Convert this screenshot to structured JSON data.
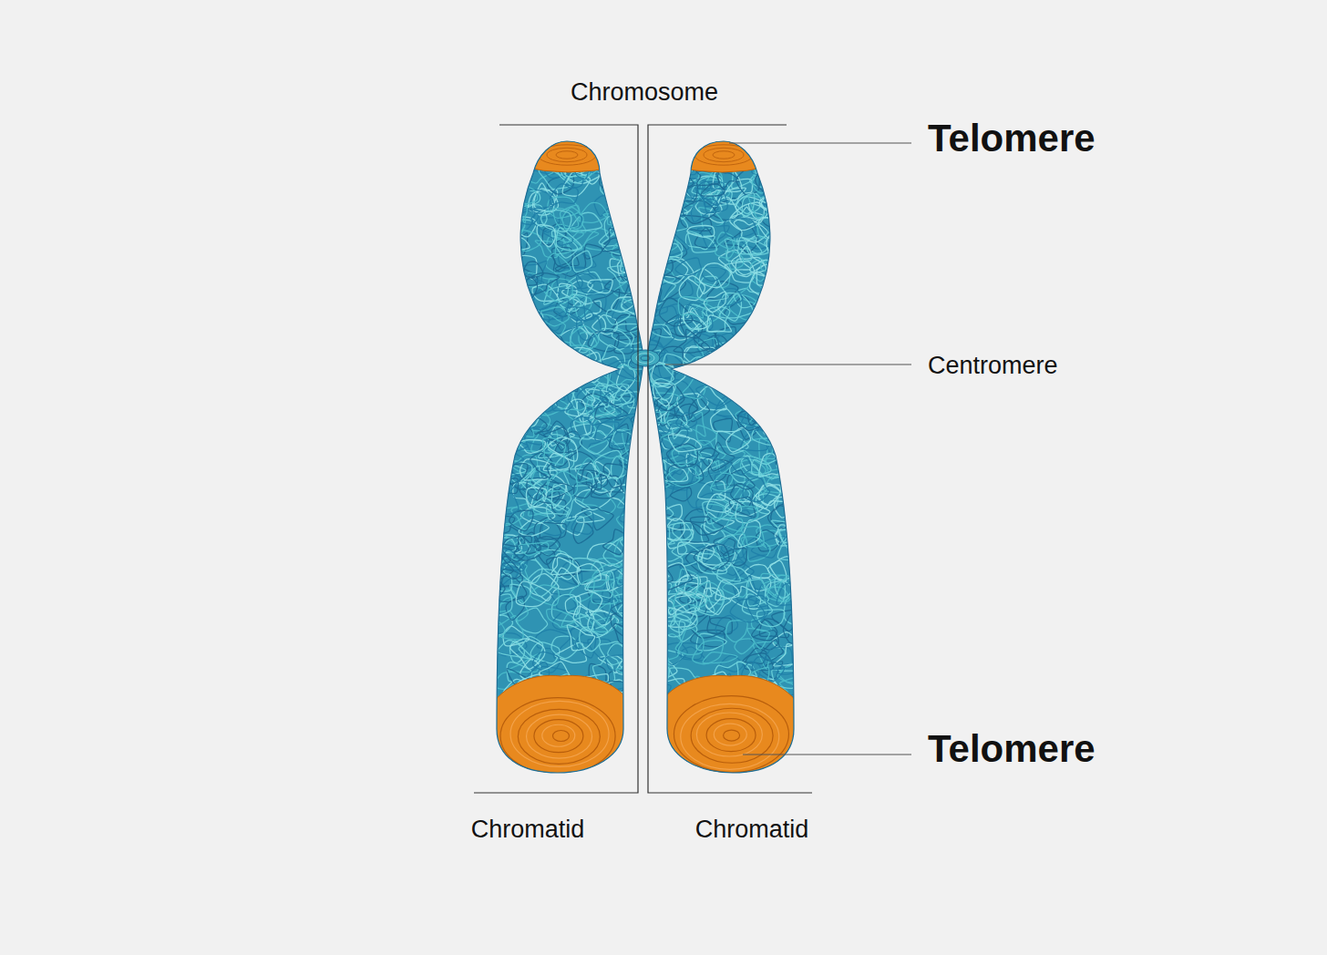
{
  "diagram": {
    "labels": [
      "Chromosome",
      "Telomere",
      "Centromere",
      "Telomere",
      "Chromatid",
      "Chromatid"
    ]
  }
}
